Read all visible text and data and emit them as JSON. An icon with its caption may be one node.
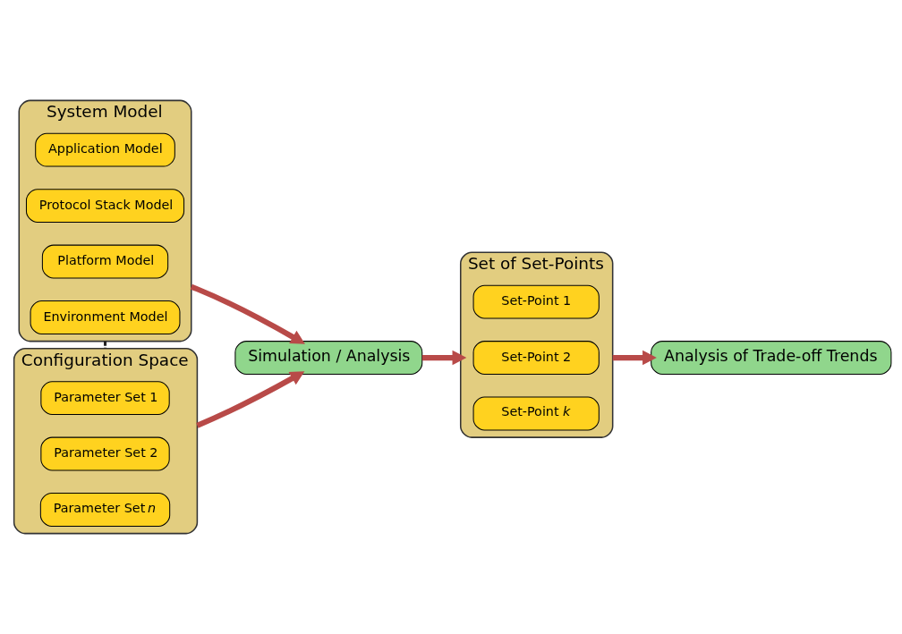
{
  "diagram": {
    "nodes": [
      {
        "text": [
          "System Model"
        ]
      },
      {
        "text": [
          "Application Model"
        ],
        "in": 0
      },
      {
        "text": [
          "Protocol Stack Model"
        ],
        "in": 0
      },
      {
        "text": [
          "Platform Model"
        ],
        "in": 0
      },
      {
        "text": [
          "Environment Model"
        ],
        "in": 0
      },
      {
        "text": [
          "Configuration Space"
        ]
      },
      {
        "text": [
          "Parameter Set 1"
        ],
        "in": 5
      },
      {
        "text": [
          "Parameter Set 2"
        ],
        "in": 5
      },
      {
        "text": [
          "Parameter Set *n*"
        ],
        "in": 5
      },
      {
        "text": [
          "Simulation / Analysis"
        ]
      },
      {
        "text": [
          "Set of Set-Points"
        ]
      },
      {
        "text": [
          "Set-Point 1"
        ],
        "in": 10
      },
      {
        "text": [
          "Set-Point 2"
        ],
        "in": 10
      },
      {
        "text": [
          "Set-Point *k*"
        ],
        "in": 10
      },
      {
        "text": [
          "Analysis of Trade-off Trends"
        ]
      }
    ],
    "edges": [
      {
        "from": 0,
        "to": 5,
        "arrow": "none",
        "style": "dashed",
        "color": "#222222"
      },
      {
        "from": 0,
        "to": 9,
        "arrow": "to"
      },
      {
        "from": 5,
        "to": 9,
        "arrow": "to"
      },
      {
        "from": 9,
        "to": 10,
        "arrow": "to"
      },
      {
        "from": 10,
        "to": 14,
        "arrow": "to"
      }
    ]
  }
}
